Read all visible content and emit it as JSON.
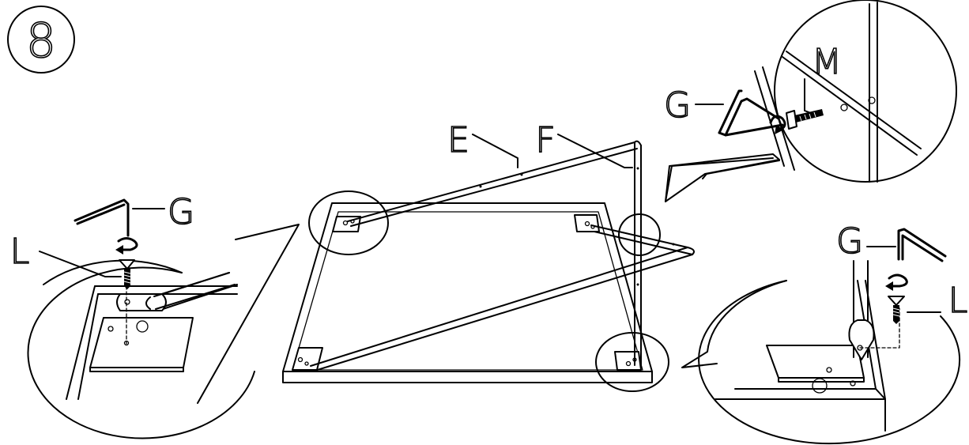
{
  "step": {
    "number": "8"
  },
  "labels": {
    "E": "E",
    "F": "F",
    "G_left": "G",
    "L_left": "L",
    "G_top_right": "G",
    "M": "M",
    "G_bottom_right": "G",
    "L_bottom_right": "L"
  },
  "colors": {
    "line": "#000000",
    "background": "#ffffff"
  }
}
